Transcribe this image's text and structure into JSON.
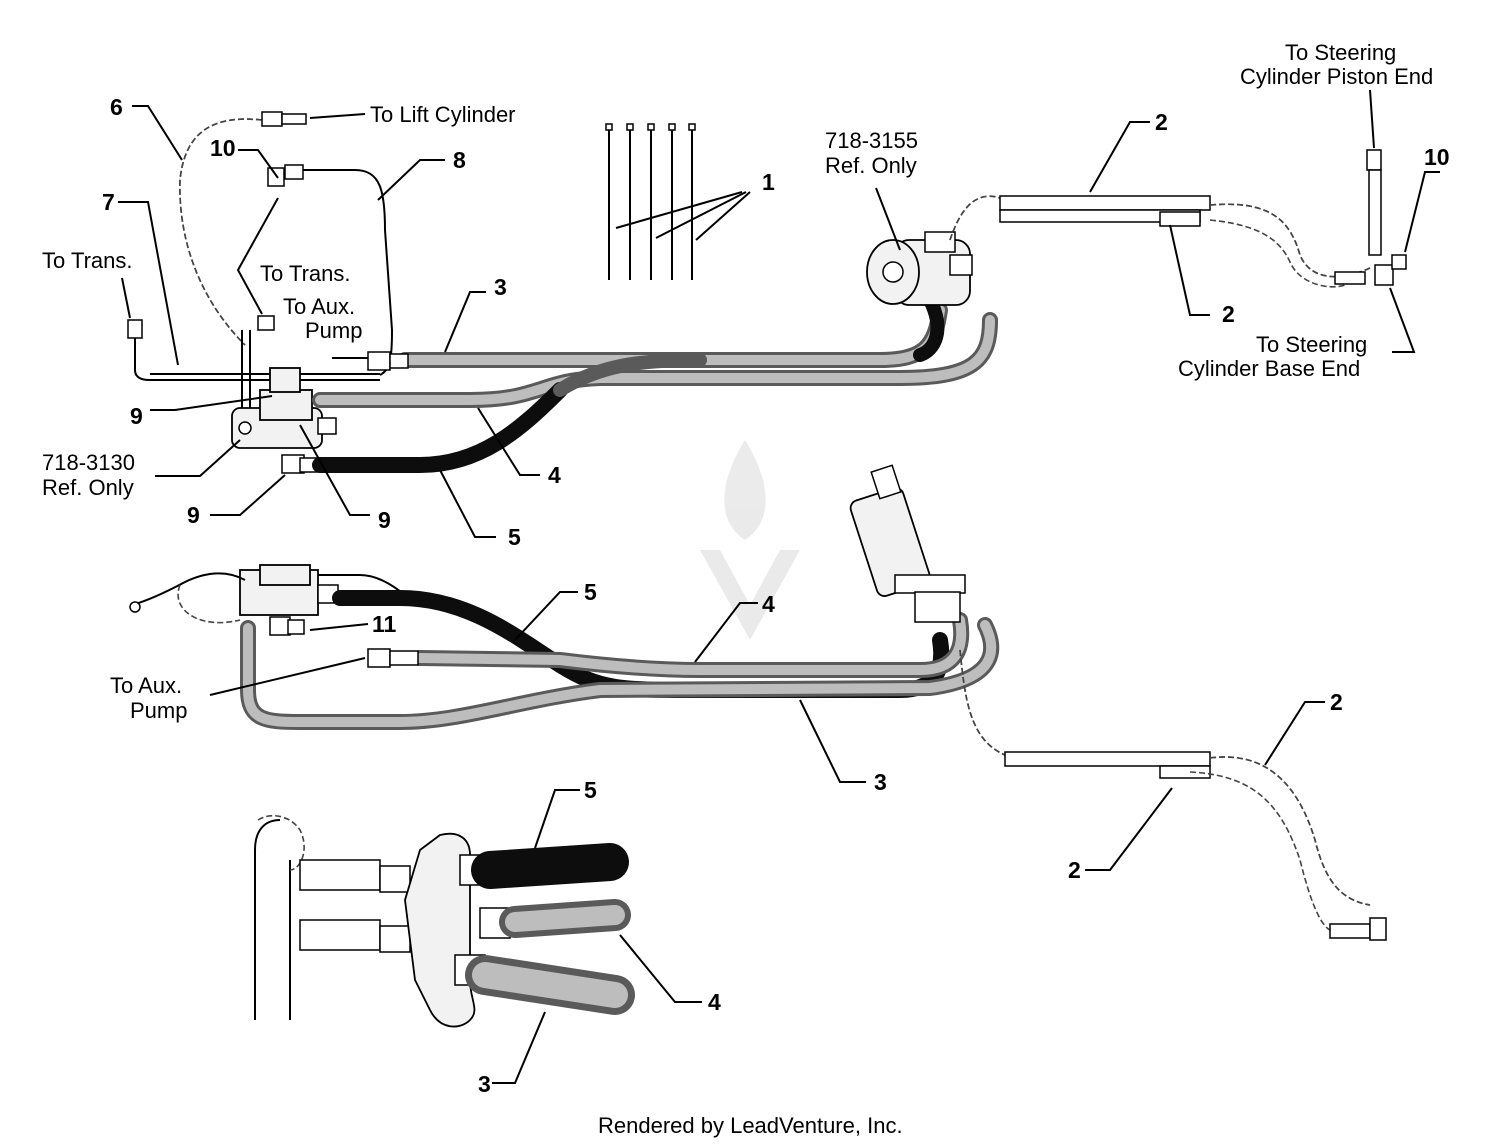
{
  "labels": {
    "to_lift_cylinder": "To Lift Cylinder",
    "to_trans_left": "To Trans.",
    "to_trans_mid": "To Trans.",
    "to_aux_pump_top_line1": "To Aux.",
    "to_aux_pump_top_line2": "Pump",
    "ref_3130_line1": "718-3130",
    "ref_3130_line2": "Ref. Only",
    "ref_3155_line1": "718-3155",
    "ref_3155_line2": "Ref. Only",
    "to_steer_piston_line1": "To Steering",
    "to_steer_piston_line2": "Cylinder Piston End",
    "to_steer_base_line1": "To Steering",
    "to_steer_base_line2": "Cylinder Base End",
    "to_aux_pump_bottom_line1": "To Aux.",
    "to_aux_pump_bottom_line2": "Pump"
  },
  "callouts": {
    "n1": "1",
    "n2a": "2",
    "n2b": "2",
    "n2c": "2",
    "n2d": "2",
    "n3a": "3",
    "n3b": "3",
    "n3c": "3",
    "n4a": "4",
    "n4b": "4",
    "n4c": "4",
    "n5a": "5",
    "n5b": "5",
    "n5c": "5",
    "n6": "6",
    "n7": "7",
    "n8": "8",
    "n9a": "9",
    "n9b": "9",
    "n9c": "9",
    "n10a": "10",
    "n10b": "10",
    "n11": "11"
  },
  "footer": "Rendered by LeadVenture, Inc.",
  "colors": {
    "hose_black": "#0d0d0d",
    "hose_gray": "#5a5a5a",
    "line": "#000000"
  }
}
